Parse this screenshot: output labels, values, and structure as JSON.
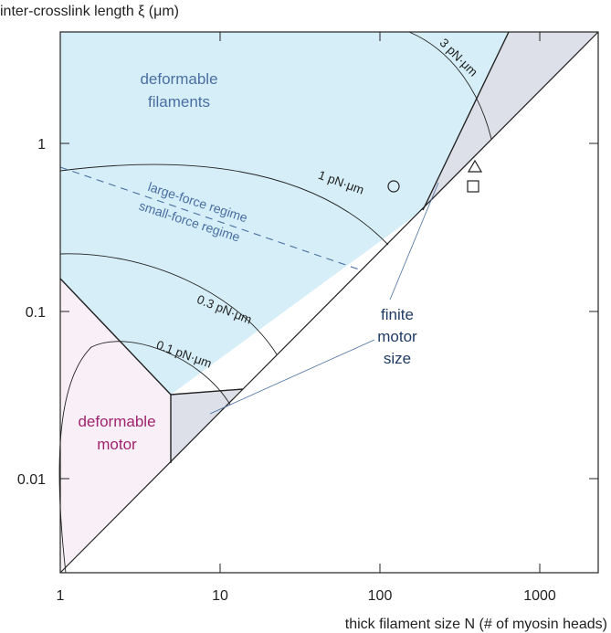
{
  "axes": {
    "ylabel": "inter-crosslink length ξ (μm)",
    "xlabel": "thick filament size N (# of myosin heads)",
    "x_ticks": [
      "1",
      "10",
      "100",
      "1000"
    ],
    "y_ticks": [
      "1",
      "0.1",
      "0.01"
    ],
    "x_scale": "log",
    "y_scale": "log"
  },
  "regions": {
    "deformable_filaments_line1": "deformable",
    "deformable_filaments_line2": "filaments",
    "deformable_motor_line1": "deformable",
    "deformable_motor_line2": "motor",
    "finite_motor_size_line1": "finite",
    "finite_motor_size_line2": "motor",
    "finite_motor_size_line3": "size"
  },
  "regime_labels": {
    "large_force": "large-force regime",
    "small_force": "small-force regime"
  },
  "contours": [
    {
      "label": "3 pN·μm"
    },
    {
      "label": "1 pN·μm"
    },
    {
      "label": "0.3 pN·μm"
    },
    {
      "label": "0.1 pN·μm"
    }
  ],
  "colors": {
    "filaments_region": "#d6eef8",
    "motor_region": "#f8f0f6",
    "finite_size_region": "#dde0e8",
    "motor_text": "#a0226e",
    "filaments_text": "#4a6fa0",
    "finite_text": "#1f3b63",
    "regime_text": "#4a6fa0"
  },
  "markers": [
    "circle",
    "triangle",
    "square"
  ]
}
